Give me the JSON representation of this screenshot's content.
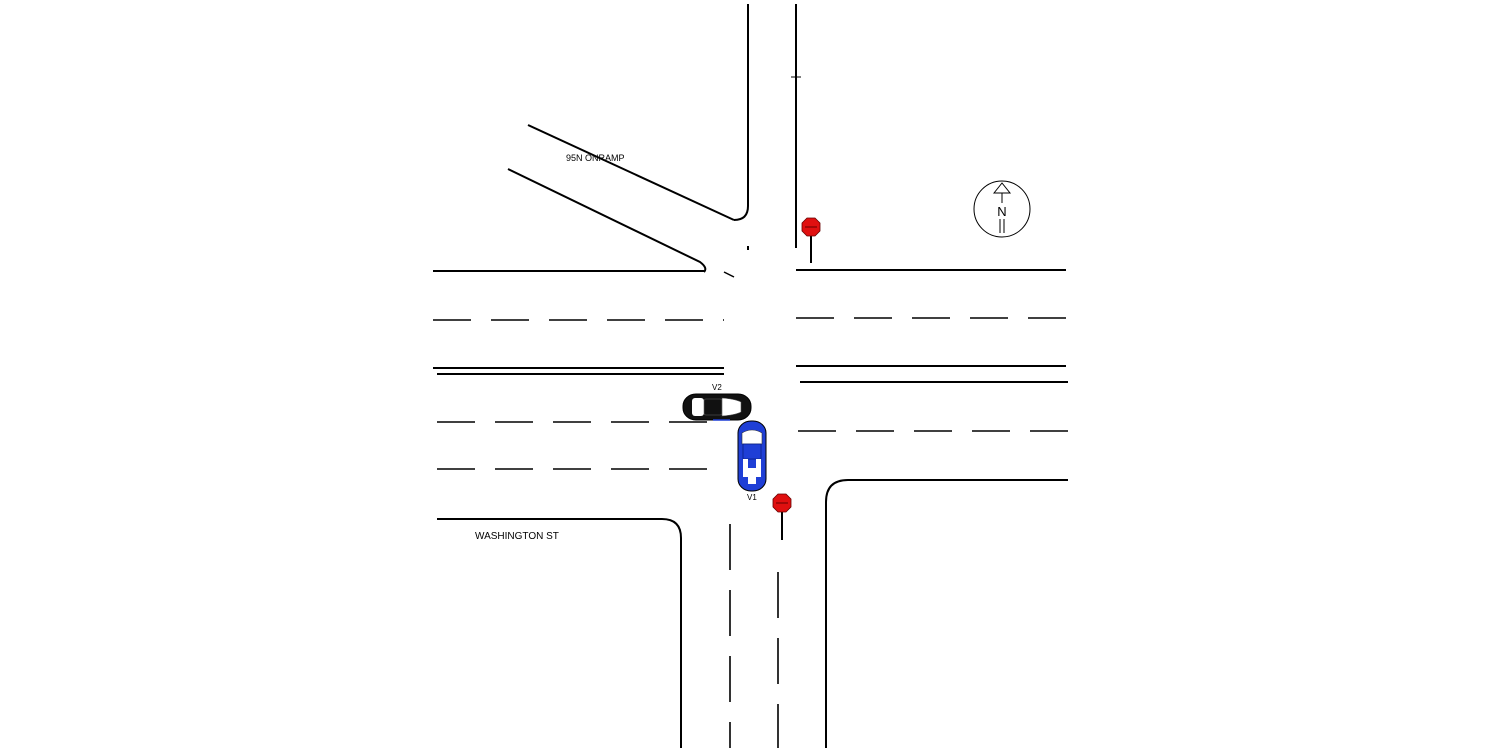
{
  "labels": {
    "onramp": "95N ONRAMP",
    "street": "WASHINGTON ST",
    "north": "N"
  },
  "vehicles": [
    {
      "id": "V1",
      "label": "V1",
      "color": "#1f3fd6",
      "heading": "north"
    },
    {
      "id": "V2",
      "label": "V2",
      "color": "#111111",
      "heading": "east"
    }
  ],
  "signs": [
    {
      "type": "stop-sign",
      "color": "#e01010"
    },
    {
      "type": "stop-sign",
      "color": "#e01010"
    }
  ]
}
